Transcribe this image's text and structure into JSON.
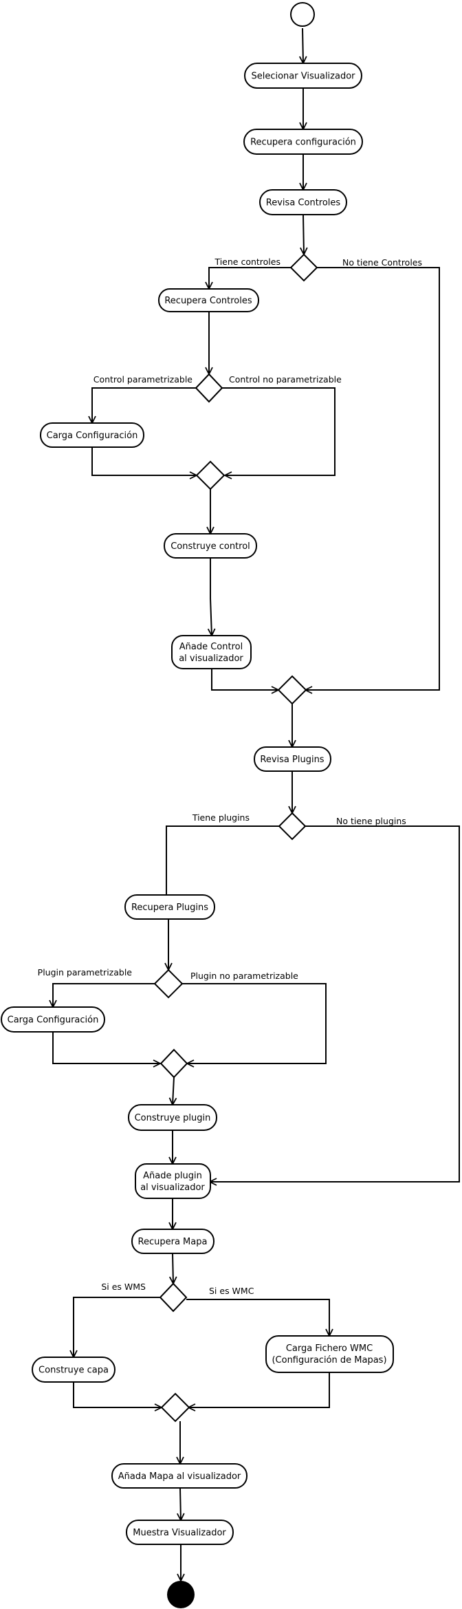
{
  "nodes": {
    "seleccionar": "Selecionar Visualizador",
    "recupera_config": "Recupera configuración",
    "revisa_controles": "Revisa Controles",
    "recupera_controles": "Recupera Controles",
    "carga_config_1": "Carga Configuración",
    "construye_control": "Construye control",
    "anade_control_1": "Añade Control",
    "anade_control_2": " al visualizador",
    "revisa_plugins": "Revisa Plugins",
    "recupera_plugins": "Recupera Plugins",
    "carga_config_2": "Carga Configuración",
    "construye_plugin": "Construye plugin",
    "anade_plugin_1": "Añade plugin",
    "anade_plugin_2": "al visualizador",
    "recupera_mapa": "Recupera Mapa",
    "construye_capa": "Construye capa",
    "carga_wmc_1": "Carga Fichero WMC",
    "carga_wmc_2": "(Configuración de Mapas)",
    "anade_mapa": "Añada Mapa al visualizador",
    "muestra": "Muestra Visualizador"
  },
  "labels": {
    "tiene_controles": "Tiene controles",
    "no_tiene_controles": "No tiene Controles",
    "control_param": "Control parametrizable",
    "control_no_param": "Control no parametrizable",
    "tiene_plugins": "Tiene plugins",
    "no_tiene_plugins": "No tiene plugins",
    "plugin_param": "Plugin parametrizable",
    "plugin_no_param": "Plugin no parametrizable",
    "si_wms": "Si es WMS",
    "si_wmc": "Si es WMC"
  }
}
